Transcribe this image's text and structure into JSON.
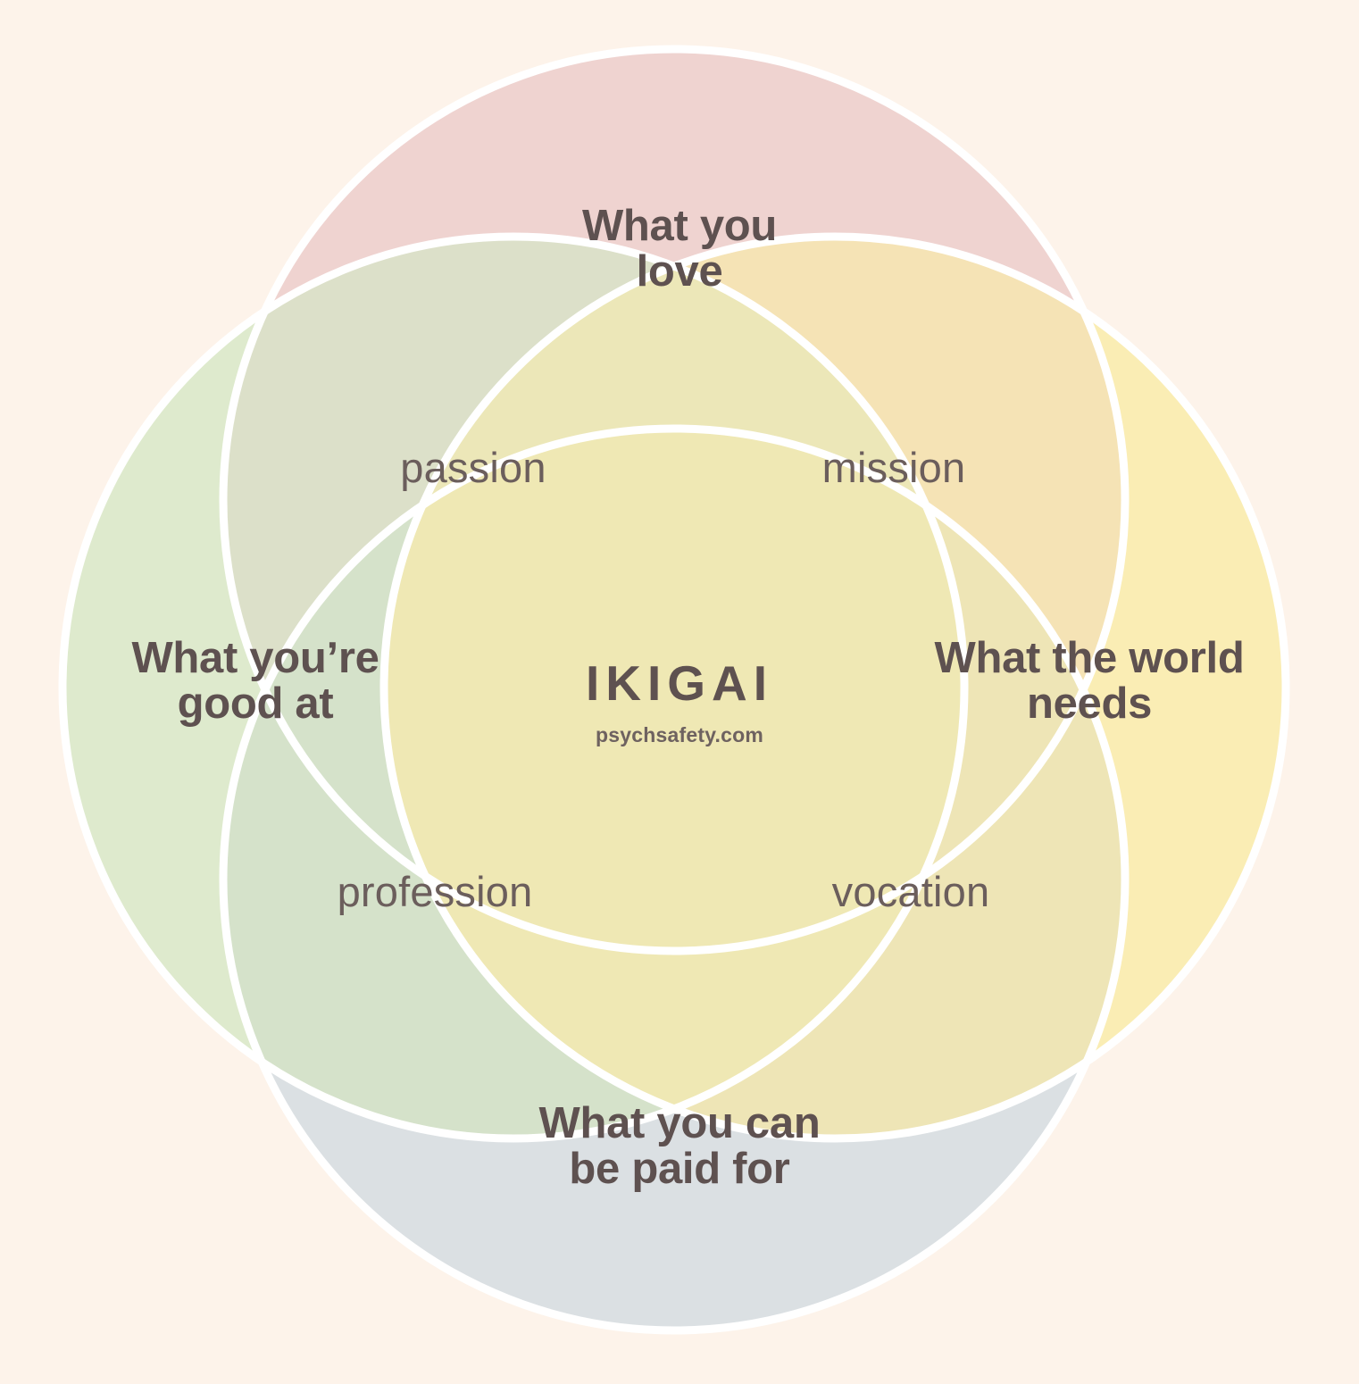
{
  "diagram": {
    "type": "venn",
    "title": "IKIGAI",
    "attribution": "psychsafety.com",
    "background_color": "#fdf3ea",
    "text_color": "#5e5150",
    "stroke_color": "#ffffff",
    "circles": [
      {
        "id": "love",
        "label": "What you\nlove",
        "color": "#efd3d0",
        "position": "top"
      },
      {
        "id": "good",
        "label": "What you’re\ngood at",
        "color": "#deeacd",
        "position": "left"
      },
      {
        "id": "world",
        "label": "What the world\nneeds",
        "color": "#faedb4",
        "position": "right"
      },
      {
        "id": "paid",
        "label": "What you can\nbe paid for",
        "color": "#dbe0e3",
        "position": "bottom"
      }
    ],
    "overlaps": [
      {
        "id": "passion",
        "label": "passion",
        "color": "#dce0c9",
        "between": [
          "love",
          "good"
        ]
      },
      {
        "id": "mission",
        "label": "mission",
        "color": "#f5e3b5",
        "between": [
          "love",
          "world"
        ]
      },
      {
        "id": "profession",
        "label": "profession",
        "color": "#d5e2ca",
        "between": [
          "good",
          "paid"
        ]
      },
      {
        "id": "vocation",
        "label": "vocation",
        "color": "#eee5b6",
        "between": [
          "world",
          "paid"
        ]
      }
    ],
    "center": {
      "id": "ikigai",
      "label": "IKIGAI",
      "sublabel": "psychsafety.com",
      "color": "#efe8b4"
    }
  }
}
